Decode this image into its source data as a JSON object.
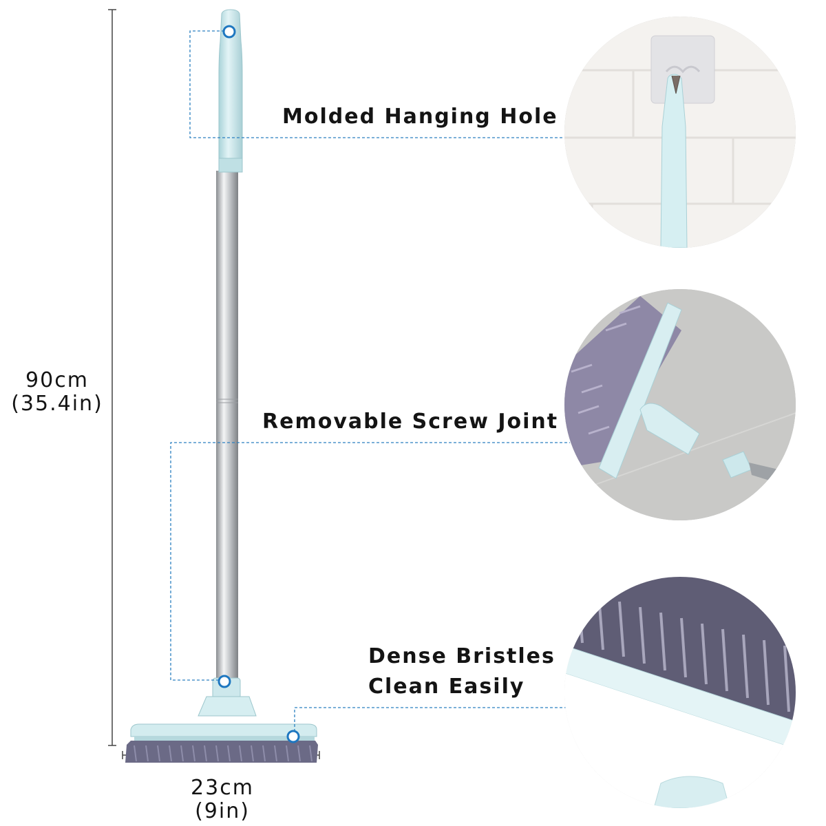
{
  "callouts": {
    "hanging_hole": "Molded Hanging Hole",
    "screw_joint": "Removable Screw Joint",
    "bristles_line1": "Dense Bristles",
    "bristles_line2": "Clean Easily"
  },
  "dimensions": {
    "height_cm": "90cm",
    "height_in": "(35.4in)",
    "width_cm": "23cm",
    "width_in": "(9in)"
  },
  "colors": {
    "handle": "#c9e6ea",
    "pole": "#b9bcc0",
    "bristles": "#6b6a86",
    "leader": "#2a7fc0",
    "dimension_line": "#444444"
  }
}
